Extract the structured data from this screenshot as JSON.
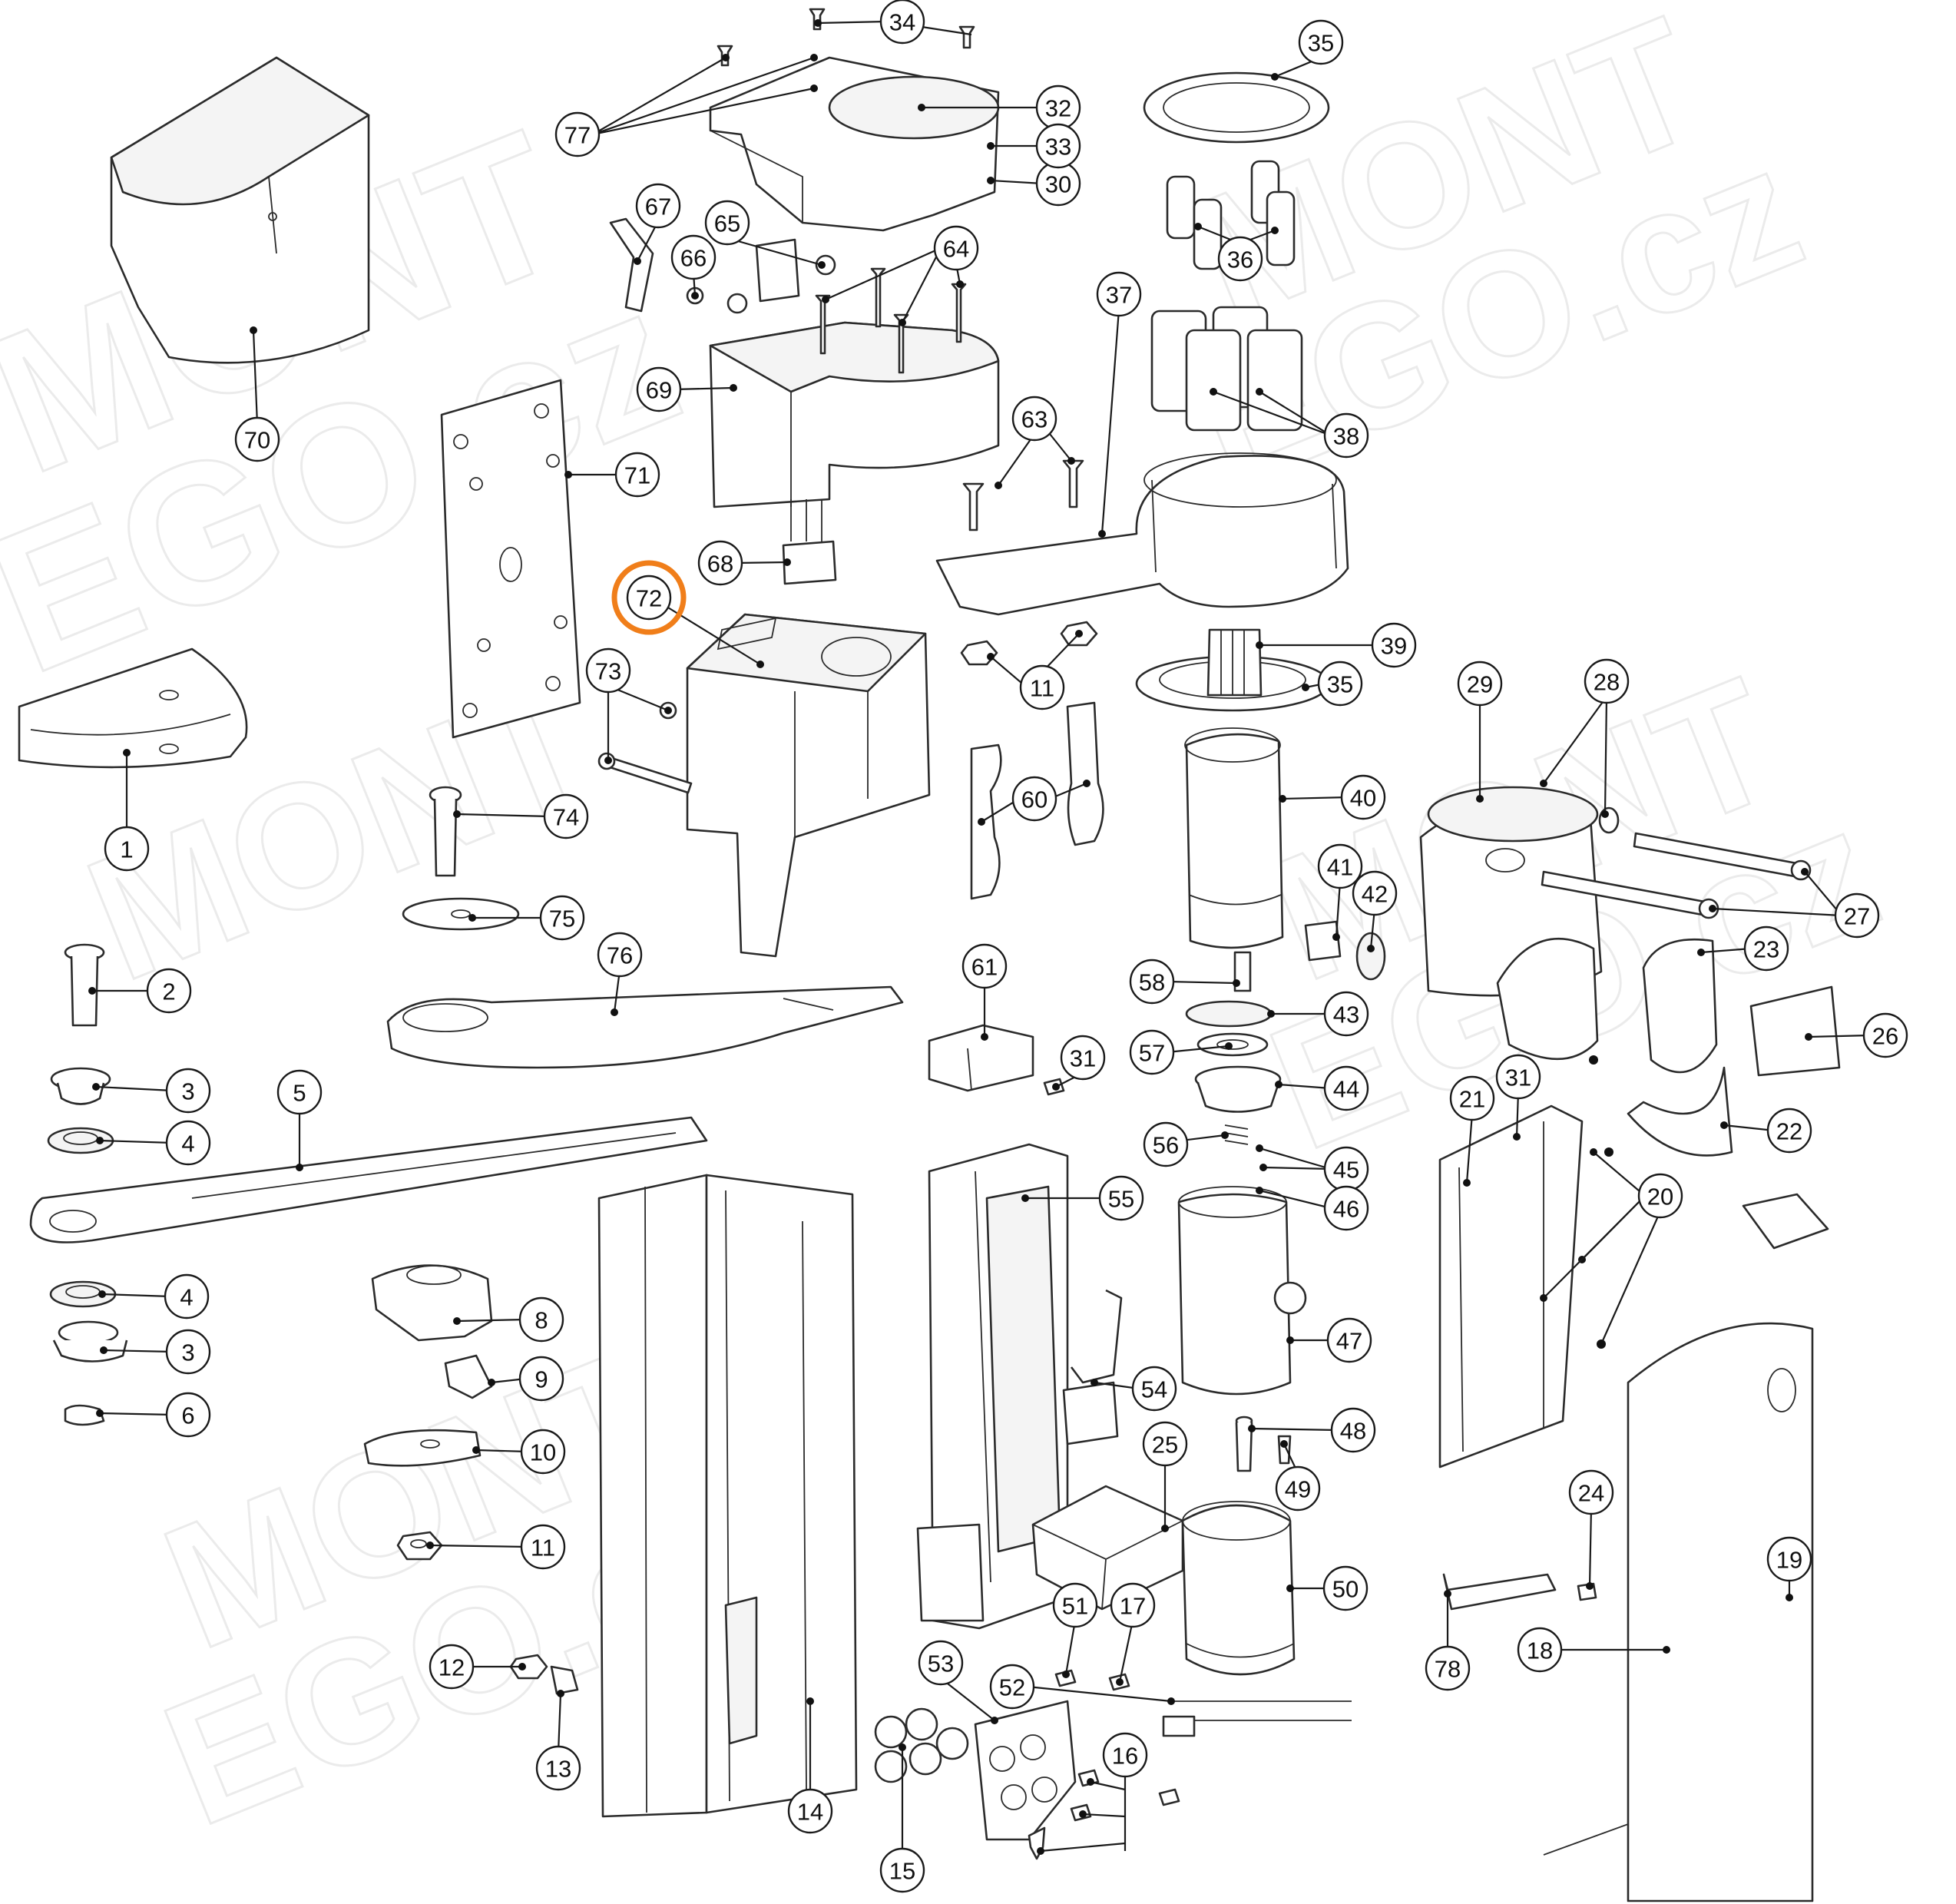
{
  "watermark": {
    "line1": "MONT",
    "line2": "EGO.cz"
  },
  "highlight": {
    "label": "72",
    "color": "#F07E1A"
  },
  "callouts": [
    {
      "label": "1"
    },
    {
      "label": "2"
    },
    {
      "label": "3"
    },
    {
      "label": "4"
    },
    {
      "label": "5"
    },
    {
      "label": "4"
    },
    {
      "label": "3"
    },
    {
      "label": "6"
    },
    {
      "label": "8"
    },
    {
      "label": "9"
    },
    {
      "label": "10"
    },
    {
      "label": "11"
    },
    {
      "label": "12"
    },
    {
      "label": "13"
    },
    {
      "label": "14"
    },
    {
      "label": "15"
    },
    {
      "label": "16"
    },
    {
      "label": "17"
    },
    {
      "label": "18"
    },
    {
      "label": "19"
    },
    {
      "label": "20"
    },
    {
      "label": "21"
    },
    {
      "label": "22"
    },
    {
      "label": "23"
    },
    {
      "label": "24"
    },
    {
      "label": "25"
    },
    {
      "label": "26"
    },
    {
      "label": "27"
    },
    {
      "label": "28"
    },
    {
      "label": "29"
    },
    {
      "label": "30"
    },
    {
      "label": "31"
    },
    {
      "label": "31"
    },
    {
      "label": "32"
    },
    {
      "label": "33"
    },
    {
      "label": "34"
    },
    {
      "label": "35"
    },
    {
      "label": "35"
    },
    {
      "label": "36"
    },
    {
      "label": "37"
    },
    {
      "label": "38"
    },
    {
      "label": "39"
    },
    {
      "label": "40"
    },
    {
      "label": "41"
    },
    {
      "label": "42"
    },
    {
      "label": "43"
    },
    {
      "label": "44"
    },
    {
      "label": "45"
    },
    {
      "label": "46"
    },
    {
      "label": "47"
    },
    {
      "label": "48"
    },
    {
      "label": "49"
    },
    {
      "label": "50"
    },
    {
      "label": "51"
    },
    {
      "label": "52"
    },
    {
      "label": "53"
    },
    {
      "label": "54"
    },
    {
      "label": "55"
    },
    {
      "label": "56"
    },
    {
      "label": "57"
    },
    {
      "label": "58"
    },
    {
      "label": "60"
    },
    {
      "label": "61"
    },
    {
      "label": "63"
    },
    {
      "label": "64"
    },
    {
      "label": "65"
    },
    {
      "label": "66"
    },
    {
      "label": "67"
    },
    {
      "label": "68"
    },
    {
      "label": "69"
    },
    {
      "label": "70"
    },
    {
      "label": "71"
    },
    {
      "label": "72"
    },
    {
      "label": "73"
    },
    {
      "label": "74"
    },
    {
      "label": "75"
    },
    {
      "label": "76"
    },
    {
      "label": "77"
    },
    {
      "label": "78"
    },
    {
      "label": "11"
    }
  ]
}
